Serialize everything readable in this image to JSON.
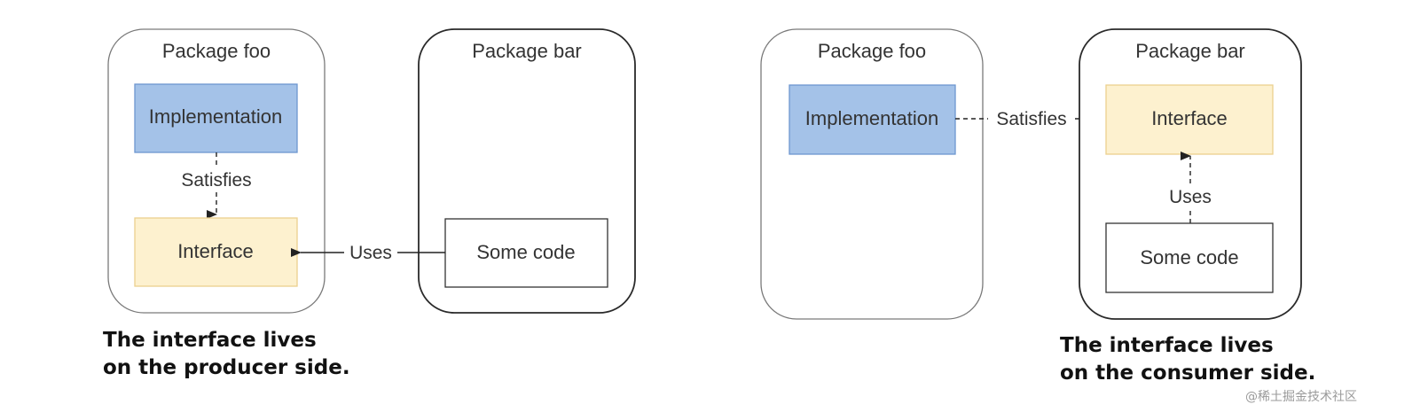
{
  "colors": {
    "implementation_fill": "#a4c2e8",
    "implementation_stroke": "#6d96cf",
    "interface_fill": "#fdf1cf",
    "interface_stroke": "#ecd08e",
    "package_stroke_light": "#7a7a7a",
    "package_stroke_dark": "#2a2a2a",
    "arrow": "#222222"
  },
  "left": {
    "package_foo": {
      "title": "Package foo",
      "implementation": "Implementation",
      "interface": "Interface",
      "satisfies": "Satisfies"
    },
    "package_bar": {
      "title": "Package bar",
      "some_code": "Some code"
    },
    "uses": "Uses",
    "caption_line1": "The interface lives",
    "caption_line2": "on the producer side."
  },
  "right": {
    "package_foo": {
      "title": "Package foo",
      "implementation": "Implementation"
    },
    "package_bar": {
      "title": "Package bar",
      "interface": "Interface",
      "some_code": "Some code",
      "uses": "Uses"
    },
    "satisfies": "Satisfies",
    "caption_line1": "The interface lives",
    "caption_line2": "on the consumer side."
  },
  "watermark": "@稀土掘金技术社区"
}
